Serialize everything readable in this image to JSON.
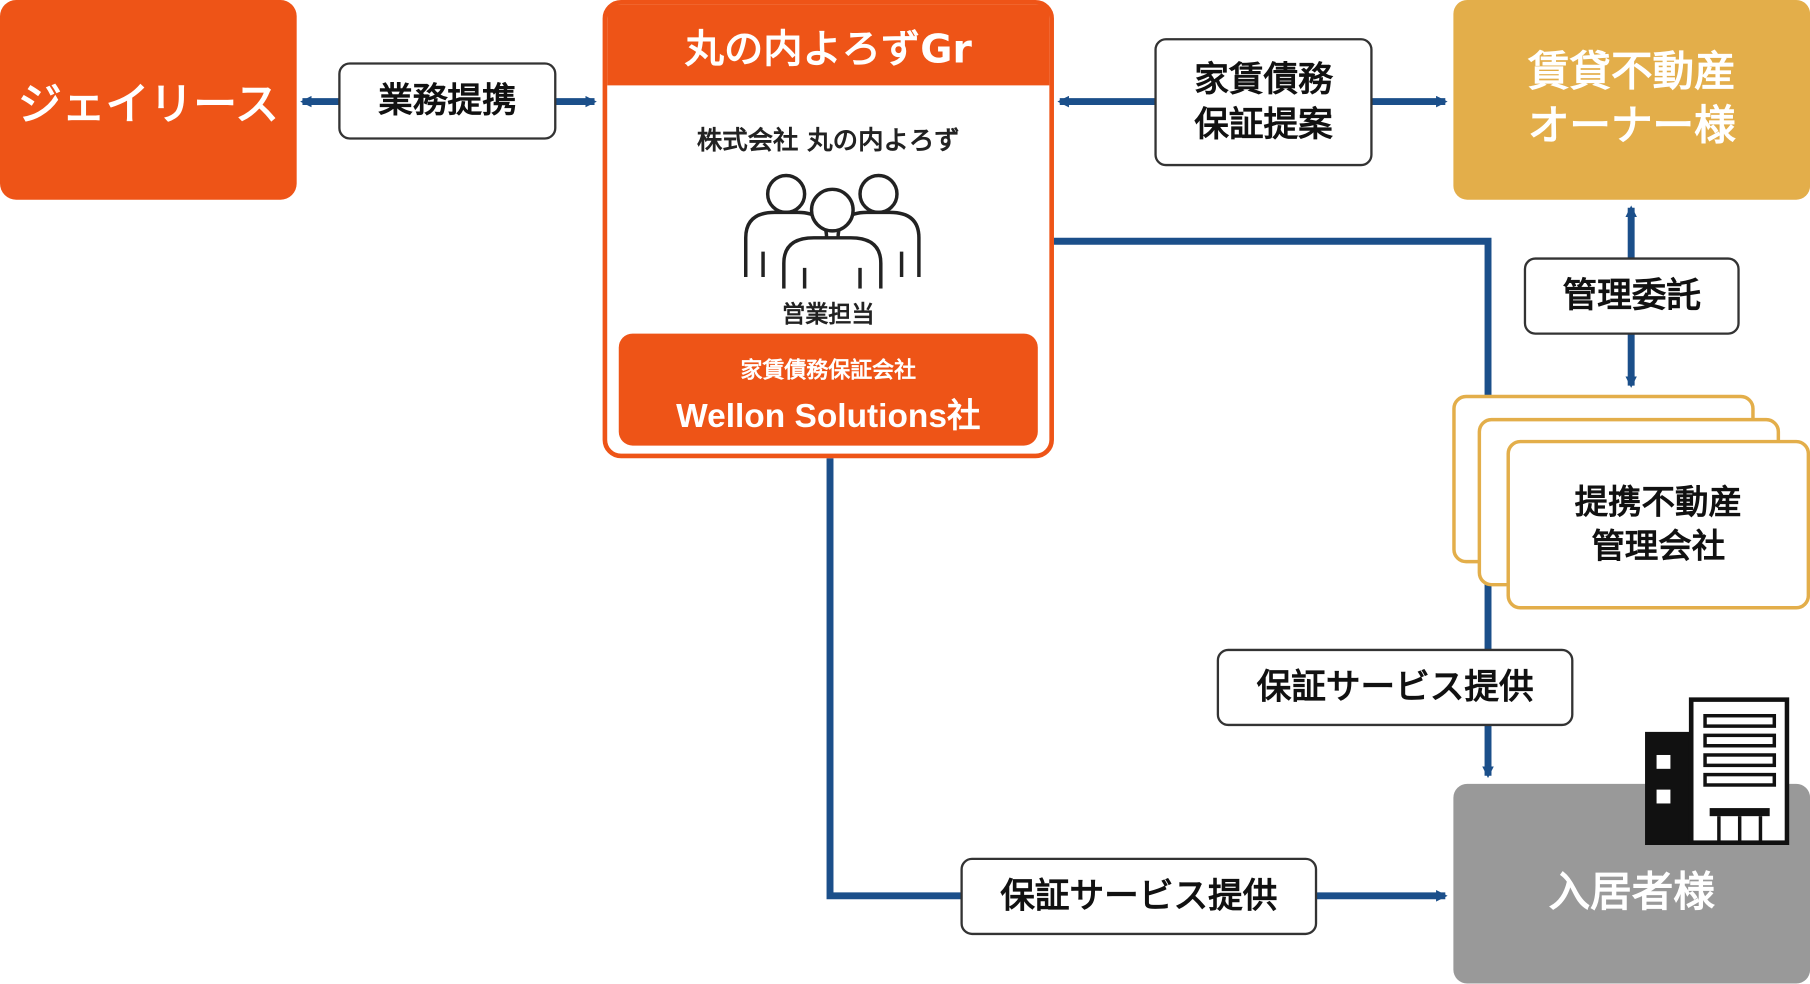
{
  "nodes": {
    "jaylease": "ジェイリース",
    "owner_line1": "賃貸不動産",
    "owner_line2": "オーナー様",
    "group_title": "丸の内よろずGr",
    "company_name": "株式会社 丸の内よろず",
    "sales_role": "営業担当",
    "guarantee_company_type": "家賃債務保証会社",
    "guarantee_company_name": "Wellon Solutions社",
    "partner_line1": "提携不動産",
    "partner_line2": "管理会社",
    "tenant": "入居者様"
  },
  "edge_labels": {
    "business_partnership": "業務提携",
    "rent_proposal_line1": "家賃債務",
    "rent_proposal_line2": "保証提案",
    "management_entrust": "管理委託",
    "guarantee_service_upper": "保証サービス提供",
    "guarantee_service_lower": "保証サービス提供"
  },
  "icons": {
    "people": "people-group-icon",
    "building": "building-icon"
  },
  "colors": {
    "orange": "#EE5417",
    "gold": "#E3AE4A",
    "gray": "#999999",
    "navy": "#1B4F8A"
  }
}
